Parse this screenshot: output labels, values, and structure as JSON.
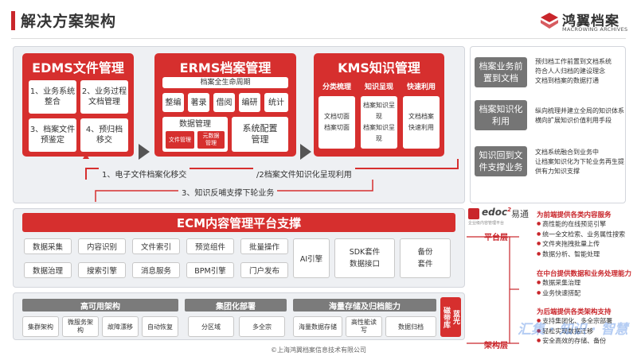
{
  "header": {
    "title": "解决方案架构"
  },
  "logo": {
    "cn": "鸿翼档案",
    "en": "MACROWING ARCHIVES"
  },
  "edms": {
    "title": "EDMS文件管理",
    "cells": [
      "1、业务系统\n整合",
      "2、业务过程\n文档管理",
      "3、档案文件\n预鉴定",
      "4、预归档\n移交"
    ]
  },
  "erms": {
    "title": "ERMS档案管理",
    "lifecycle": "档案全生命周期",
    "ops": [
      "整编",
      "著录",
      "借阅",
      "编研",
      "统计"
    ],
    "data_mgmt": "数据管理",
    "file_mgmt": "文件管理",
    "meta_mgmt": "元数据\n管理",
    "config": "系统配置\n管理"
  },
  "kms": {
    "title": "KMS知识管理",
    "cols": [
      {
        "head": "分类梳理",
        "body": "文档切面\n档案切面"
      },
      {
        "head": "知识呈现",
        "body": "档案知识呈现\n档案知识呈现"
      },
      {
        "head": "快速利用",
        "body": "文档档案\n快速利用"
      }
    ]
  },
  "flows": {
    "f1": "1、电子文件档案化移交",
    "f2": "/2档案文件知识化呈现利用",
    "f3": "3、知识反哺支撑下轮业务"
  },
  "side": [
    {
      "box": "档案业务前\n置到文档",
      "items": [
        "预归档工作前置到文档系统",
        "符合人人归档的建设理念",
        "文档到档案的数据打通"
      ]
    },
    {
      "box": "档案知识化\n利用",
      "items": [
        "纵向梳理并建立全局的知识体系",
        "横向扩展知识价值利用手段"
      ]
    },
    {
      "box": "知识回到文\n件支撑业务",
      "items": [
        "文档系统融合到业务中",
        "让档案知识化为下轮业务再生提供有力知识支撑"
      ]
    }
  ],
  "edoc": {
    "brand": "edoc",
    "super": "2",
    "cn": "易通",
    "sub": "企业级内容管理平台"
  },
  "ecm": {
    "title": "ECM内容管理平台支撑"
  },
  "platform_modules": [
    [
      "数据采集",
      "内容识别",
      "文件索引",
      "预览组件",
      "批量操作"
    ],
    [
      "数据治理",
      "搜索引擎",
      "消息服务",
      "BPM引擎",
      "门户发布"
    ]
  ],
  "ai_engine": "AI引擎",
  "sdk": "SDK套件\n数据接口",
  "backup": "备份\n套件",
  "infra": {
    "groups": [
      {
        "title": "高可用架构",
        "items": [
          "集群架构",
          "微服务架\n构",
          "故障漂移",
          "自动恢复"
        ]
      },
      {
        "title": "集团化部署",
        "items": [
          "分区域",
          "多全宗"
        ]
      },
      {
        "title": "海量存储及归档能力",
        "items": [
          "海量数据存储",
          "高性能读\n写",
          "数据归档"
        ]
      }
    ],
    "bluray": "蓝光\n磁带库"
  },
  "layers": {
    "platform": "平台层",
    "infra": "架构层"
  },
  "right": [
    {
      "head": "为前端提供各类内容服务",
      "items": [
        "高性能的在线预览引擎",
        "统一全文检索、业务属性搜索",
        "文件夹拖拽批量上传",
        "数据分析、智能处理"
      ]
    },
    {
      "head": "在中台提供数据和业务处理能力",
      "items": [
        "数据采集治理",
        "业务快速搭配"
      ]
    },
    {
      "head": "为后端提供各类架构支持",
      "items": [
        "支持集团化、多全宗部署",
        "轻松实现数据迁移",
        "安全高效的存储、备份"
      ]
    }
  ],
  "watermark": "汇集 · 知识 · 智慧",
  "footer": "©上海鸿翼档案信息技术有限公司",
  "colors": {
    "red": "#d62f2e",
    "grey": "#757575",
    "panel": "#eef0f3"
  }
}
